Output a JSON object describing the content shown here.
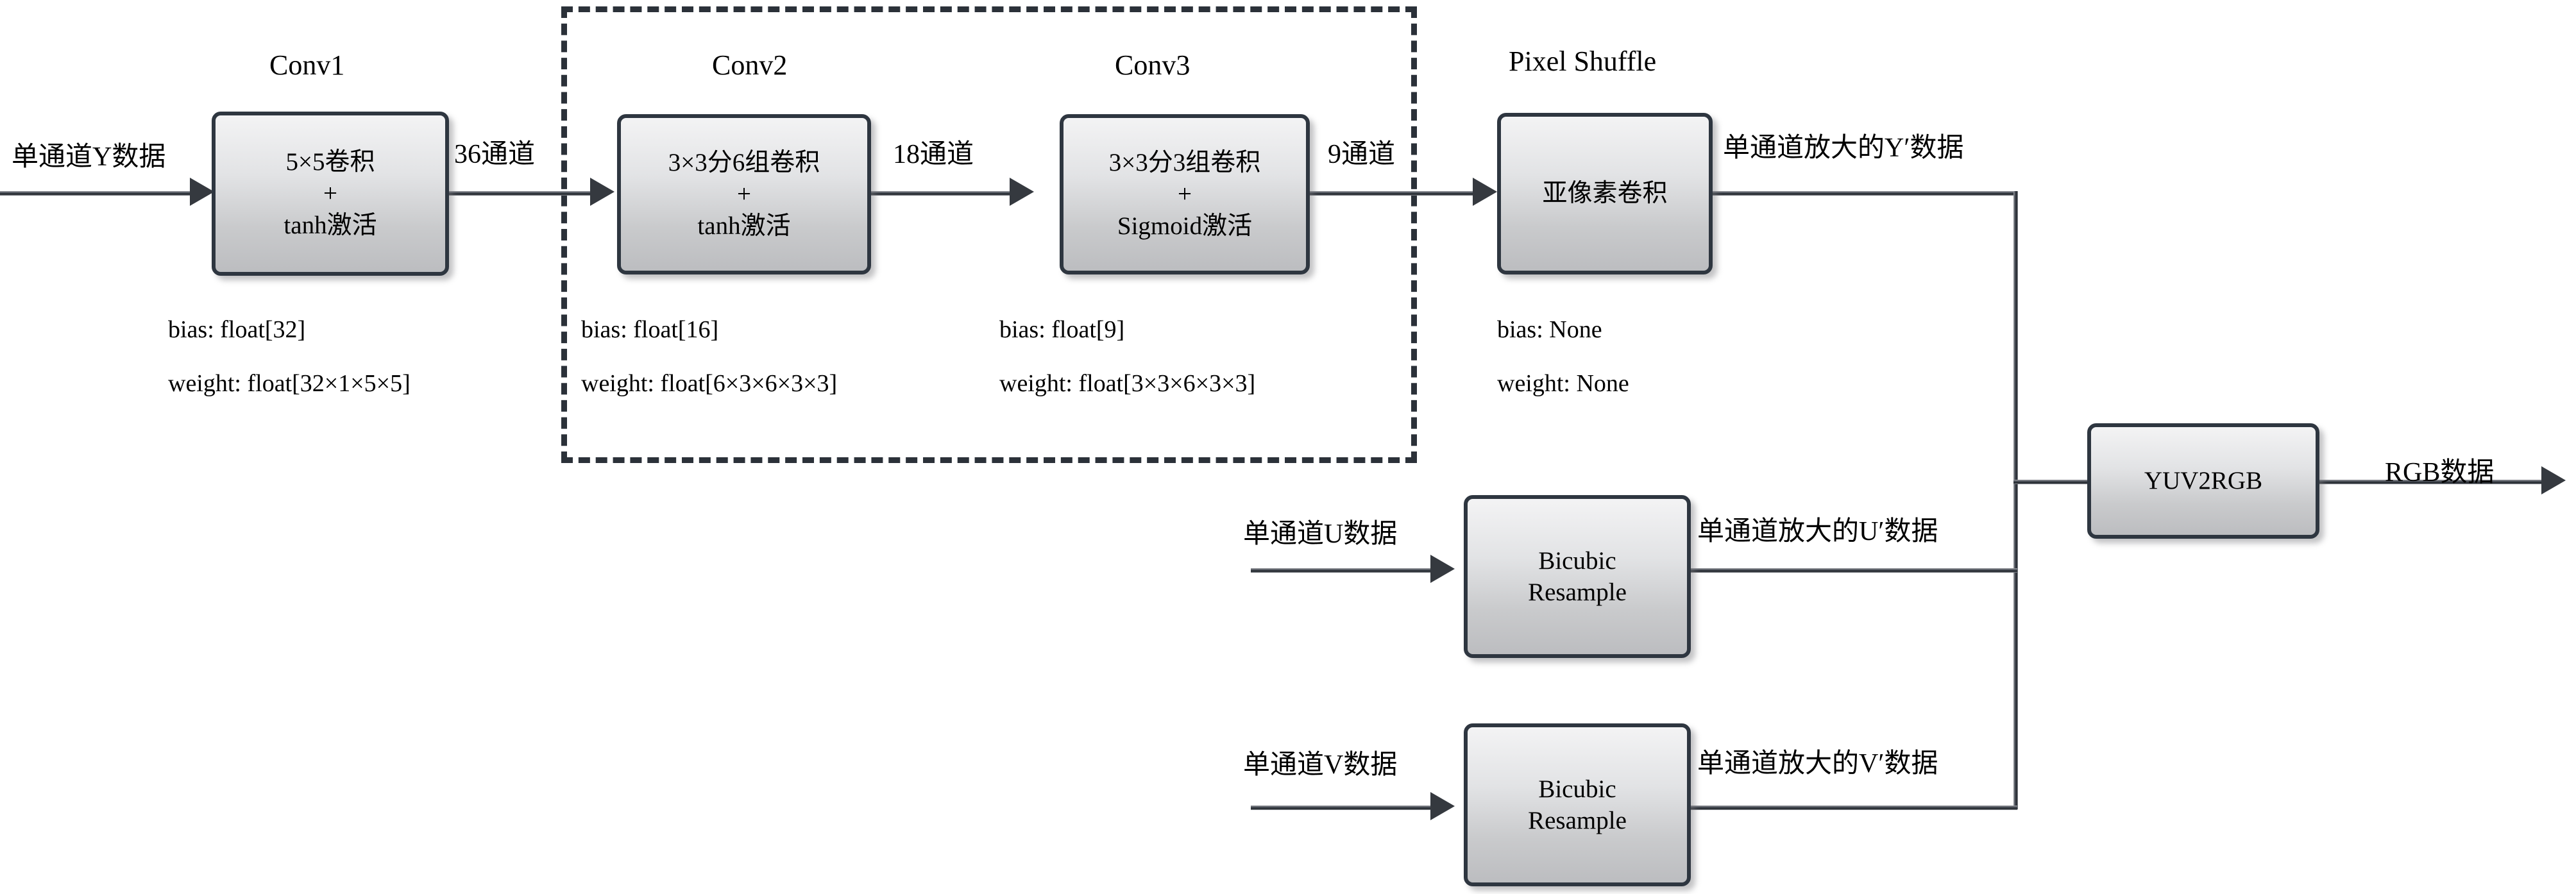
{
  "diagram": {
    "title": "YUV super-resolution network pipeline",
    "background": "#ffffff",
    "node_border_color": "#2e3640",
    "line_color": "#1d2127"
  },
  "group_box": {
    "name": "dashed-group",
    "note": ""
  },
  "stage_titles": {
    "conv1": "Conv1",
    "conv2": "Conv2",
    "conv3": "Conv3",
    "pixel_shuffle": "Pixel Shuffle"
  },
  "nodes": {
    "conv1": "5×5卷积\n+\ntanh激活",
    "conv2": "3×3分6组卷积\n+\ntanh激活",
    "conv3": "3×3分3组卷积\n+\nSigmoid激活",
    "pixel_shuffle": "亚像素卷积",
    "bicubic_u": "Bicubic\nResample",
    "bicubic_v": "Bicubic\nResample",
    "yuv2rgb": "YUV2RGB"
  },
  "edge_labels": {
    "input_y": "单通道Y数据",
    "conv1_out": "36通道",
    "conv2_out": "18通道",
    "conv3_out": "9通道",
    "pixelshuffle_out": "单通道放大的Y′数据",
    "input_u": "单通道U数据",
    "bicubic_u_out": "单通道放大的U′数据",
    "input_v": "单通道V数据",
    "bicubic_v_out": "单通道放大的V′数据",
    "output_rgb": "RGB数据"
  },
  "annotations": {
    "conv1": {
      "bias": "bias: float[32]",
      "weight": "weight: float[32×1×5×5]"
    },
    "conv2": {
      "bias": "bias: float[16]",
      "weight": "weight: float[6×3×6×3×3]"
    },
    "conv3": {
      "bias": "bias: float[9]",
      "weight": "weight: float[3×3×6×3×3]"
    },
    "pixel_shuffle": {
      "bias": "bias: None",
      "weight": "weight: None"
    }
  }
}
